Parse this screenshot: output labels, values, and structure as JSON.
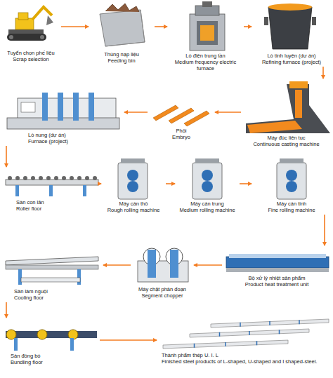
{
  "diagram": {
    "nodes": [
      {
        "text": [
          "Tuyển chọn phế liệu",
          "Scrap selection"
        ]
      },
      {
        "text": [
          "Thùng nạp liệu",
          "Feeding bin"
        ]
      },
      {
        "text": [
          "Lò điện trung tần",
          "Medium frequency electric furnace"
        ]
      },
      {
        "text": [
          "Lò tinh luyện (dự án)",
          "Refining furnace (project)"
        ]
      },
      {
        "text": [
          "Máy đúc liên tục",
          "Continuous casting machine"
        ]
      },
      {
        "text": [
          "Phôi",
          "Embryo"
        ]
      },
      {
        "text": [
          "Lò nung (dự án)",
          "Furnace (project)"
        ]
      },
      {
        "text": [
          "Sàn con lăn",
          "Roller floor"
        ]
      },
      {
        "text": [
          "Máy cán thô",
          "Rough rolling machine"
        ]
      },
      {
        "text": [
          "Máy cán trung",
          "Medium rolling machine"
        ]
      },
      {
        "text": [
          "Máy cán tinh",
          "Fine rolling machine"
        ]
      },
      {
        "text": [
          "Bộ xử lý nhiệt sản phẩm",
          "Product heat treatment unit"
        ]
      },
      {
        "text": [
          "Máy chặt phân đoạn",
          "Segment chopper"
        ]
      },
      {
        "text": [
          "Sàn làm nguội",
          "Cooling floor"
        ]
      },
      {
        "text": [
          "Sàn đóng bó",
          "Bundling floor"
        ]
      },
      {
        "text": [
          "Thành phẩm thép U. I. L",
          "Finished steel products of L-shaped, U-shaped and I shaped-steel."
        ]
      }
    ],
    "edges": [
      {
        "from": 0,
        "to": 1,
        "arrow": "to"
      },
      {
        "from": 1,
        "to": 2,
        "arrow": "to"
      },
      {
        "from": 2,
        "to": 3,
        "arrow": "to"
      },
      {
        "from": 3,
        "to": 4,
        "arrow": "to"
      },
      {
        "from": 4,
        "to": 5,
        "arrow": "to"
      },
      {
        "from": 5,
        "to": 6,
        "arrow": "to"
      },
      {
        "from": 6,
        "to": 7,
        "arrow": "to"
      },
      {
        "from": 7,
        "to": 8,
        "arrow": "to"
      },
      {
        "from": 8,
        "to": 9,
        "arrow": "to"
      },
      {
        "from": 9,
        "to": 10,
        "arrow": "to"
      },
      {
        "from": 10,
        "to": 11,
        "arrow": "to"
      },
      {
        "from": 11,
        "to": 12,
        "arrow": "to"
      },
      {
        "from": 12,
        "to": 13,
        "arrow": "to"
      },
      {
        "from": 13,
        "to": 14,
        "arrow": "to"
      },
      {
        "from": 14,
        "to": 15,
        "arrow": "to"
      }
    ]
  }
}
